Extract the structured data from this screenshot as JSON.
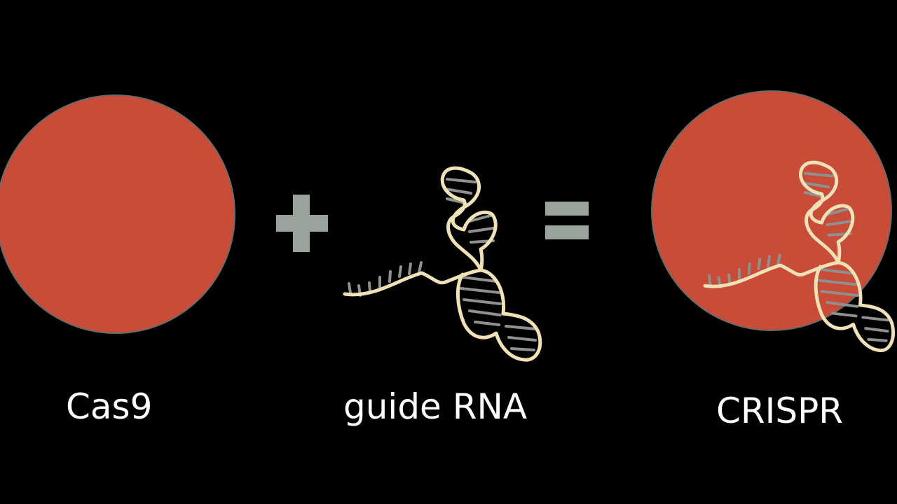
{
  "labels": {
    "cas9": "Cas9",
    "guide_rna": "guide RNA",
    "crispr": "CRISPR"
  },
  "operators": {
    "plus": "plus",
    "equals": "equals"
  },
  "icons": [
    "plus-icon",
    "equals-icon",
    "guide-rna-icon"
  ],
  "colors": {
    "background": "#000000",
    "protein": "#c84c38",
    "protein_edge": "#6a6a66",
    "operator": "#9aa29c",
    "rna_backbone": "#f0e2b6",
    "rna_base": "#8e918d",
    "label_text": "#ffffff"
  }
}
